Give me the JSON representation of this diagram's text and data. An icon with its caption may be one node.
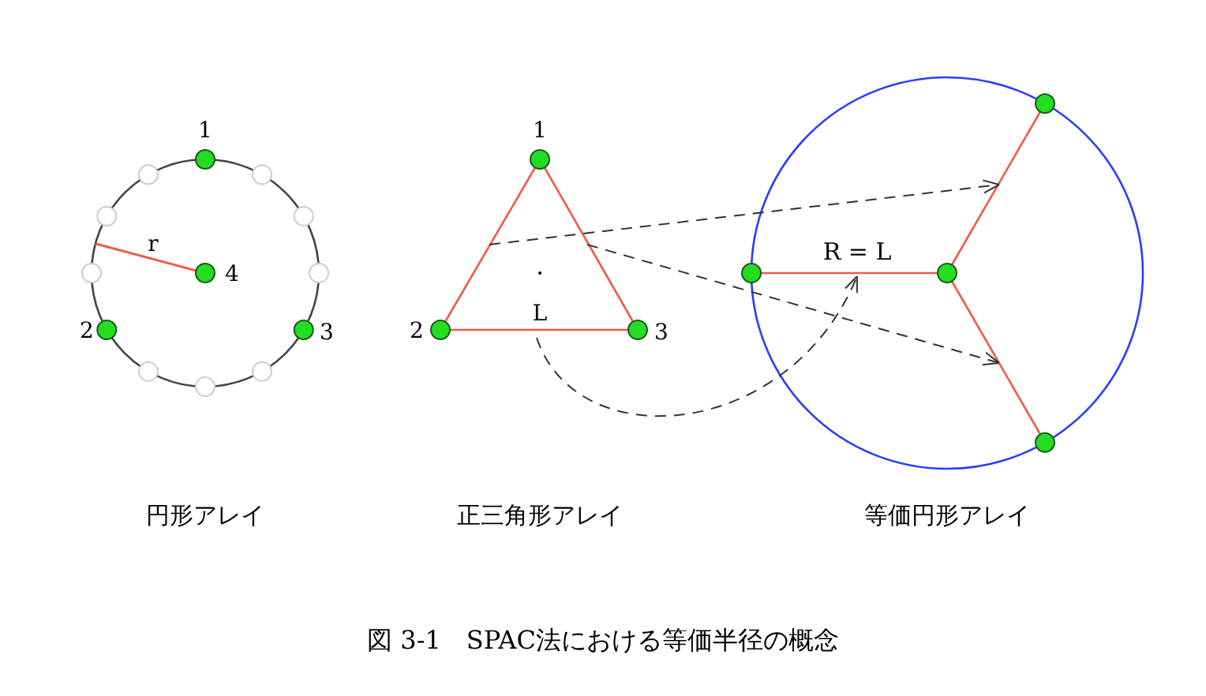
{
  "diagram": {
    "caption": "図 3-1　SPAC法における等価半径の概念",
    "nodes": [
      {
        "text": [],
        "shape": "circle"
      },
      {
        "text": [],
        "shape": "triangle"
      },
      {
        "text": [],
        "shape": "circle"
      }
    ],
    "edges": [
      {
        "from": 1,
        "to": 2,
        "arrow": "to",
        "style": "dashed"
      },
      {
        "from": 1,
        "to": 2,
        "arrow": "to",
        "style": "dashed"
      },
      {
        "from": 1,
        "to": 2,
        "arrow": "to",
        "style": "dashed"
      }
    ],
    "labels": [
      "1",
      "r",
      "4",
      "2",
      "3",
      "1",
      "2",
      "L",
      "3",
      "R = L",
      "円形アレイ",
      "正三角形アレイ",
      "等価円形アレイ"
    ]
  }
}
